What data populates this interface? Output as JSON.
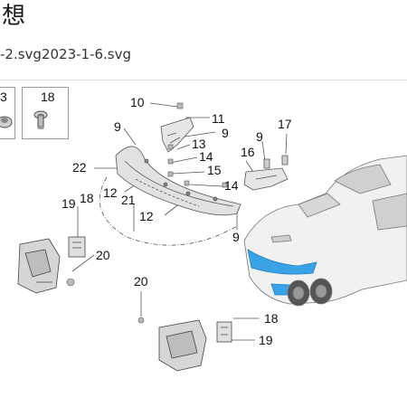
{
  "header": {
    "title": "想",
    "filename": "-2.svg2023-1-6.svg"
  },
  "thumbnails": [
    {
      "part_number": "3"
    },
    {
      "part_number": "18"
    }
  ],
  "callouts": [
    "10",
    "11",
    "9",
    "13",
    "14",
    "15",
    "9",
    "17",
    "16",
    "9",
    "14",
    "22",
    "12",
    "21",
    "12",
    "9",
    "19",
    "18",
    "20",
    "20",
    "18",
    "19"
  ]
}
